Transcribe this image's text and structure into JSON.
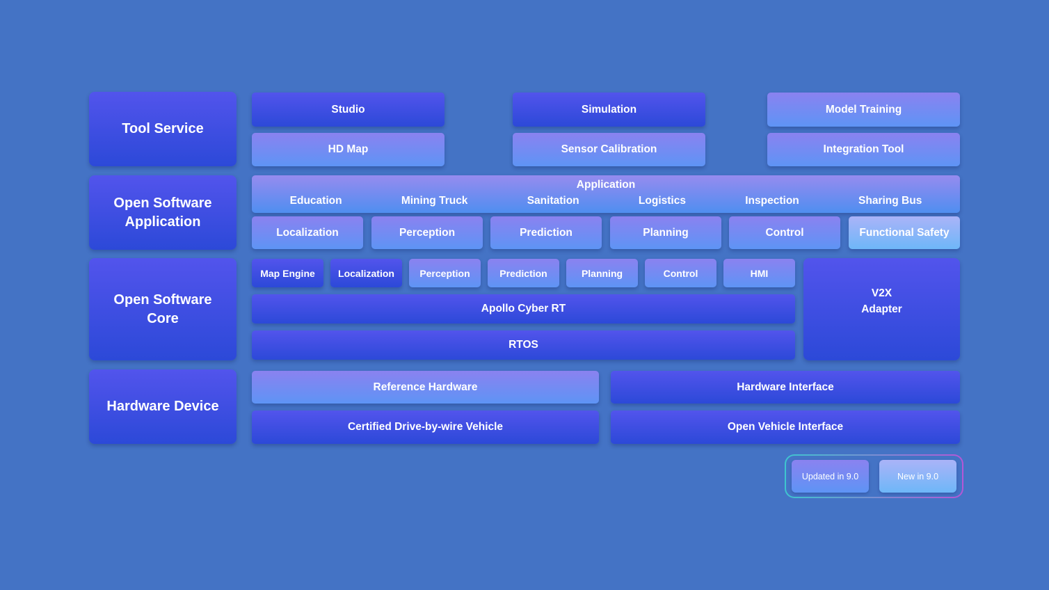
{
  "colors": {
    "background": "#4473c5",
    "base_top": "#5254ec",
    "base_bottom": "#2c49d8",
    "updated_top": "#8a82f0",
    "updated_bottom": "#5e94f5",
    "new_top": "#aab3f8",
    "new_bottom": "#6eb7f8",
    "app_top": "#968bef",
    "app_bottom": "#4f8ef0",
    "legend_border_left": "#3ec6cf",
    "legend_border_right": "#b557d6"
  },
  "sections": {
    "tool_service": {
      "label": "Tool Service",
      "studio": "Studio",
      "hd_map": "HD Map",
      "simulation": "Simulation",
      "sensor_calibration": "Sensor Calibration",
      "model_training": "Model Training",
      "integration_tool": "Integration Tool"
    },
    "application_layer": {
      "label": "Open Software Application",
      "app_title": "Application",
      "app_items": [
        "Education",
        "Mining Truck",
        "Sanitation",
        "Logistics",
        "Inspection",
        "Sharing Bus"
      ],
      "modules": [
        "Localization",
        "Perception",
        "Prediction",
        "Planning",
        "Control",
        "Functional Safety"
      ]
    },
    "core_layer": {
      "label": "Open Software Core",
      "modules": [
        "Map Engine",
        "Localization",
        "Perception",
        "Prediction",
        "Planning",
        "Control",
        "HMI"
      ],
      "cyber_rt": "Apollo Cyber RT",
      "rtos": "RTOS",
      "v2x": "V2X\nAdapter"
    },
    "hardware_layer": {
      "label": "Hardware Device",
      "reference_hardware": "Reference Hardware",
      "certified_vehicle": "Certified Drive-by-wire Vehicle",
      "hardware_interface": "Hardware Interface",
      "open_vehicle_interface": "Open Vehicle Interface"
    },
    "legend": {
      "updated": "Updated in 9.0",
      "new": "New in 9.0"
    }
  }
}
